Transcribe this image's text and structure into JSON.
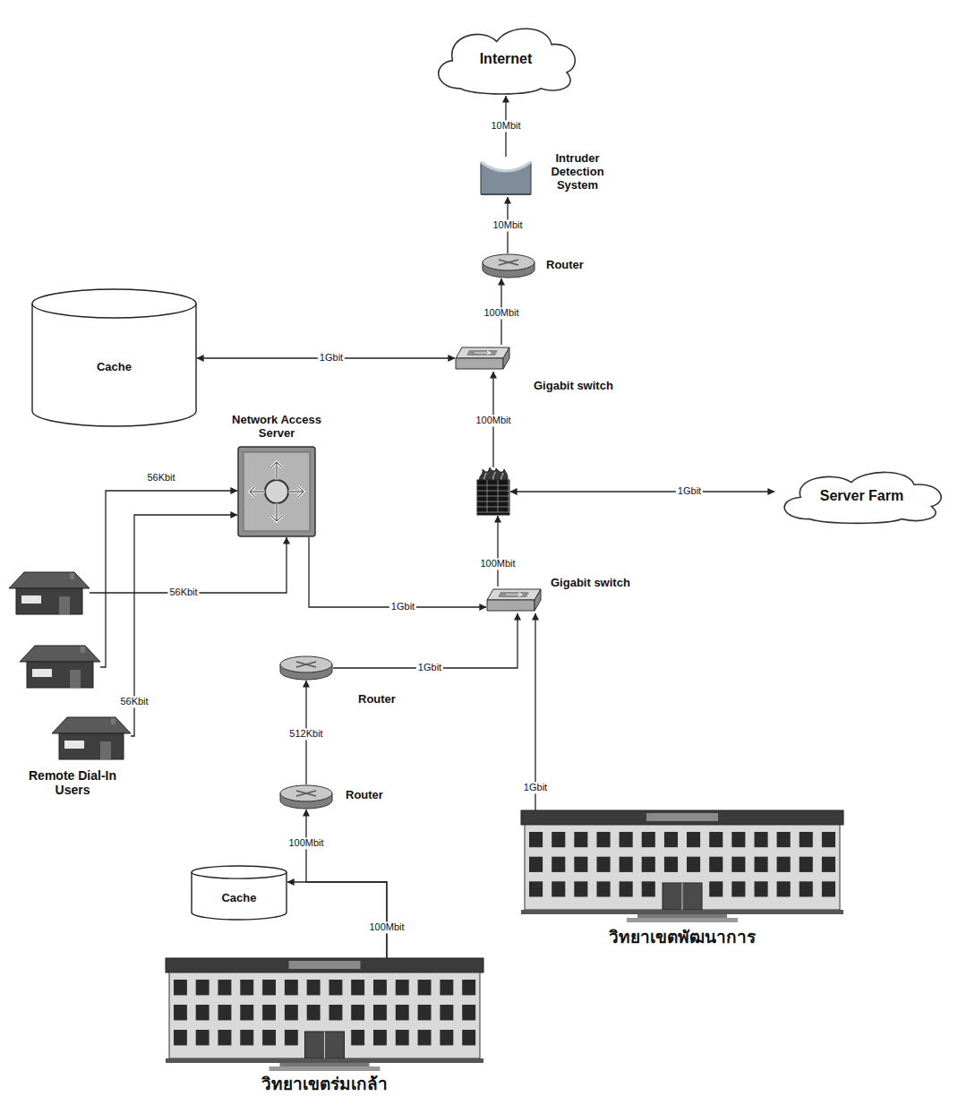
{
  "diagram": {
    "nodes": [
      {
        "text": [
          "Internet"
        ]
      },
      {
        "text": [
          "Intruder Detection System"
        ]
      },
      {
        "text": [
          "Router"
        ]
      },
      {
        "text": [
          "Cache"
        ]
      },
      {
        "text": [
          "Gigabit switch"
        ]
      },
      {
        "text": [
          "Network Access Server"
        ]
      },
      {
        "text": []
      },
      {
        "text": [
          "Server Farm"
        ]
      },
      {
        "text": [
          "Gigabit switch"
        ]
      },
      {
        "text": []
      },
      {
        "text": []
      },
      {
        "text": [
          "Router"
        ]
      },
      {
        "text": [
          "Remote Dial-In Users"
        ]
      },
      {
        "text": [
          "Router"
        ]
      },
      {
        "text": [
          "Cache"
        ]
      },
      {
        "text": [
          "วิทยาเขตพัฒนาการ"
        ]
      },
      {
        "text": [
          "วิทยาเขตร่มเกล้า"
        ]
      }
    ],
    "edges": [
      {
        "from": 1,
        "to": 0,
        "label": "10Mbit",
        "arrow": "to"
      },
      {
        "from": 2,
        "to": 1,
        "label": "10Mbit",
        "arrow": "to"
      },
      {
        "from": 4,
        "to": 2,
        "label": "100Mbit",
        "arrow": "to"
      },
      {
        "from": 3,
        "to": 4,
        "label": "1Gbit",
        "arrow": "both"
      },
      {
        "from": 6,
        "to": 4,
        "label": "100Mbit",
        "arrow": "to"
      },
      {
        "from": 6,
        "to": 7,
        "label": "1Gbit",
        "arrow": "both"
      },
      {
        "from": 8,
        "to": 6,
        "label": "100Mbit",
        "arrow": "to"
      },
      {
        "from": 5,
        "to": 8,
        "label": "1Gbit",
        "arrow": "to"
      },
      {
        "from": 11,
        "to": 8,
        "label": "1Gbit",
        "arrow": "to"
      },
      {
        "from": 13,
        "to": 11,
        "label": "512Kbit",
        "arrow": "to"
      },
      {
        "from": 15,
        "to": 8,
        "label": "1Gbit",
        "arrow": "to"
      },
      {
        "from": 16,
        "to": 13,
        "label": "100Mbit",
        "arrow": "to"
      },
      {
        "from": 16,
        "to": 14,
        "label": "100Mbit",
        "arrow": "to"
      },
      {
        "from": 9,
        "to": 5,
        "label": "56Kbit",
        "arrow": "to"
      },
      {
        "from": 10,
        "to": 5,
        "label": "56Kbit",
        "arrow": "to"
      },
      {
        "from": 12,
        "to": 5,
        "label": "56Kbit",
        "arrow": "to"
      }
    ]
  }
}
